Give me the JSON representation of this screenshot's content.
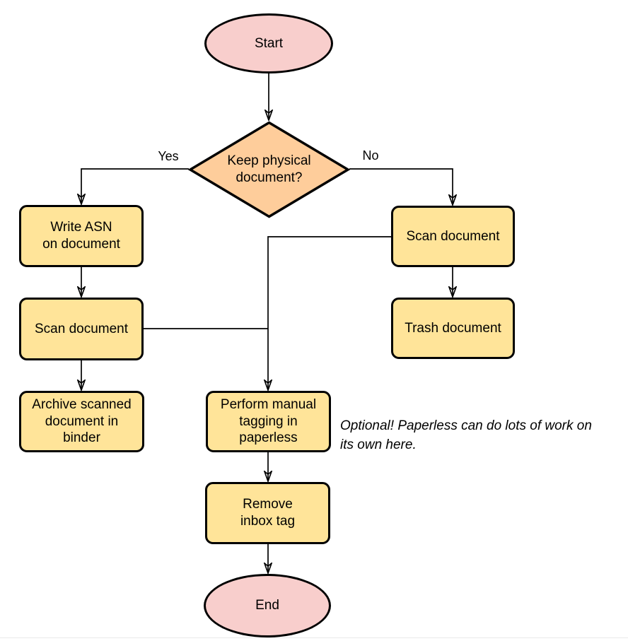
{
  "colors": {
    "terminal-fill": "#f8cecc",
    "decision-fill": "#fecd9b",
    "process-fill": "#ffe499",
    "stroke": "#000000",
    "background": "#ffffff",
    "footer-line": "#e9e9e9"
  },
  "nodes": {
    "start": {
      "label": "Start"
    },
    "decision": {
      "label": "Keep physical\ndocument?"
    },
    "write_asn": {
      "label": "Write ASN\non document"
    },
    "scan_left": {
      "label": "Scan document"
    },
    "archive": {
      "label": "Archive scanned\ndocument in\nbinder"
    },
    "scan_right": {
      "label": "Scan document"
    },
    "trash": {
      "label": "Trash document"
    },
    "tagging": {
      "label": "Perform manual\ntagging in\npaperless"
    },
    "remove_inbox": {
      "label": "Remove\ninbox tag"
    },
    "end": {
      "label": "End"
    }
  },
  "edge_labels": {
    "yes": "Yes",
    "no": "No"
  },
  "note": {
    "text": "Optional! Paperless can do lots of work on\nits own here."
  }
}
